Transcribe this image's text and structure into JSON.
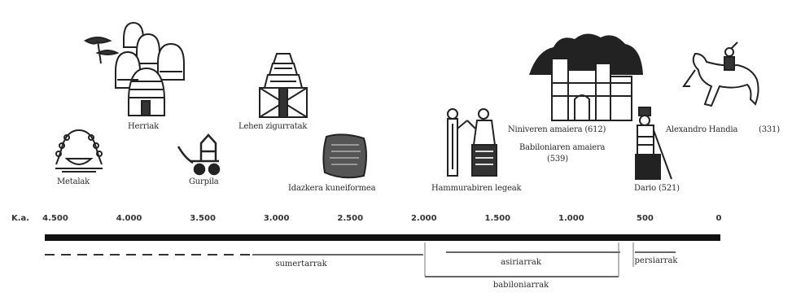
{
  "axis": {
    "unit_label": "K.a.",
    "ticks": [
      "4.500",
      "4.000",
      "3.500",
      "3.000",
      "2.500",
      "2.000",
      "1.500",
      "1.000",
      "500",
      "0"
    ]
  },
  "events": {
    "metalak": "Metalak",
    "herriak": "Herriak",
    "gurpila": "Gurpila",
    "ziguratak": "Lehen zigurratak",
    "kuneiformea": "Idazkera kuneiformea",
    "hammurabi": "Hammurabiren legeak",
    "niniveren": "Niniveren amaiera (612)",
    "babiloniaren_1": "Babiloniaren amaiera",
    "babiloniaren_2": "(539)",
    "dario": "Dario (521)",
    "alexandro": "Alexandro Handia",
    "alexandro_year": "(331)"
  },
  "periods": {
    "sumertarrak": "sumertarrak",
    "asiriarrak": "asiriarrak",
    "persiarrak": "persiarrak",
    "babiloniarrak": "babiloniarrak"
  },
  "colors": {
    "ink": "#222222",
    "axis": "#111111",
    "paper": "#ffffff"
  }
}
